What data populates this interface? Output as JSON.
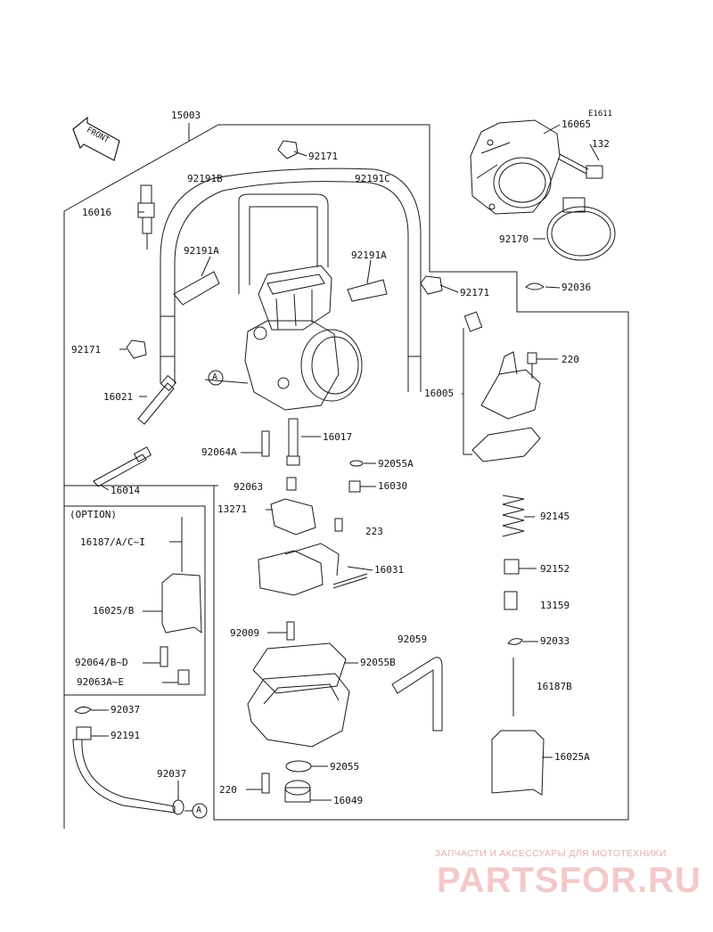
{
  "diagram_code": "E1611",
  "front_label": "FRONT",
  "option_label": "(OPTION)",
  "ref_mark": "A",
  "parts": {
    "p15003": "15003",
    "p16065": "16065",
    "p132": "132",
    "p92171_top": "92171",
    "p92191B": "92191B",
    "p92191C": "92191C",
    "p16016": "16016",
    "p92170": "92170",
    "p92191A_left": "92191A",
    "p92191A_right": "92191A",
    "p92171_mid": "92171",
    "p92036": "92036",
    "p92171_left": "92171",
    "p220_top": "220",
    "p16021": "16021",
    "p16005": "16005",
    "p16017": "16017",
    "p92064A": "92064A",
    "p92055A": "92055A",
    "p16014": "16014",
    "p92063": "92063",
    "p16030": "16030",
    "p13271": "13271",
    "p223": "223",
    "p92145": "92145",
    "p16187_opt": "16187/A/C~I",
    "p16031": "16031",
    "p92152": "92152",
    "p16025B": "16025/B",
    "p13159": "13159",
    "p92009": "92009",
    "p92059": "92059",
    "p92033": "92033",
    "p92064B": "92064/B~D",
    "p92055B": "92055B",
    "p92063AE": "92063A~E",
    "p16187B": "16187B",
    "p92037_top": "92037",
    "p92191": "92191",
    "p16025A": "16025A",
    "p92055": "92055",
    "p92037_bot": "92037",
    "p220_bot": "220",
    "p16049": "16049"
  },
  "watermark": {
    "caption": "ЗАПЧАСТИ И АКСЕССУАРЫ ДЛЯ МОТОТЕХНИКИ",
    "brand": "PARTSFOR.RU"
  },
  "colors": {
    "line": "#1a1a1a",
    "watermark_caption": "#e3b1b1",
    "watermark_brand": "#f3c9c9"
  }
}
